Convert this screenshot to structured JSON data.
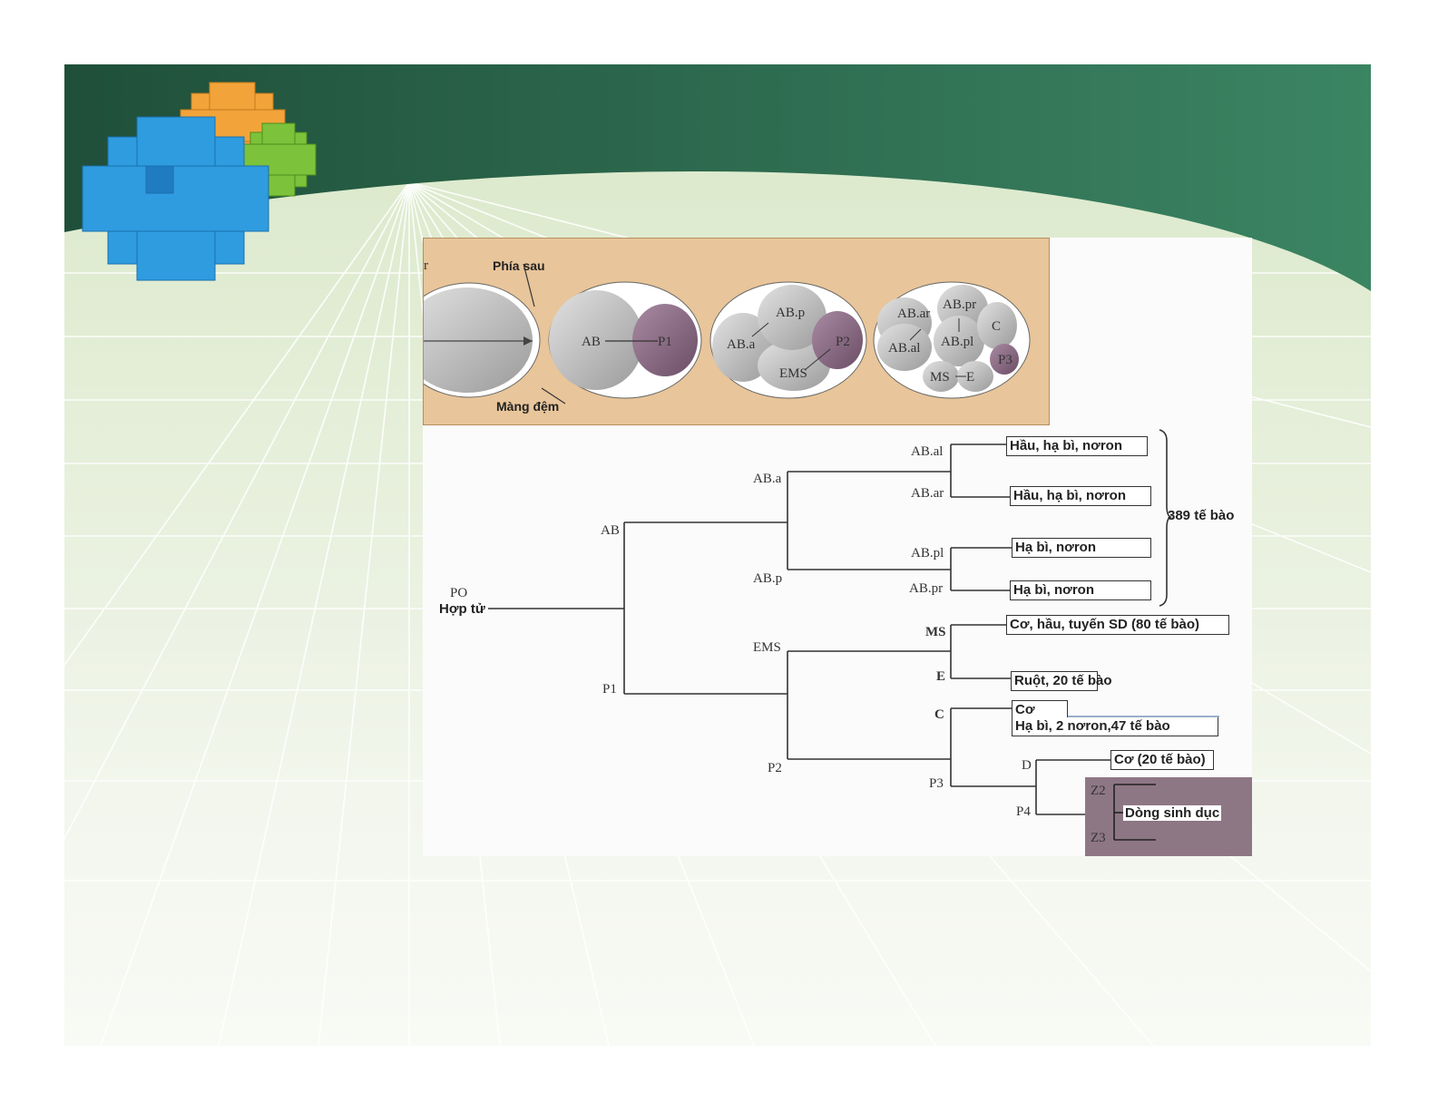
{
  "colors": {
    "header_dark": "#1f4f3a",
    "header_light": "#3b8563",
    "embryo_panel": "#e8c59a",
    "cell_gray": "#b9b9b9",
    "cell_purple": "#7f5f7a"
  },
  "decorations": [
    "puzzle-cubes-logo"
  ],
  "embryo": {
    "label_posterior": "Phía sau",
    "label_eggshell": "Màng đệm",
    "label_cut": "r",
    "stage2": {
      "left_cell": "AB",
      "right_cell": "P1"
    },
    "stage3": {
      "cells": [
        "AB.p",
        "AB.a",
        "P2",
        "EMS"
      ]
    },
    "stage4": {
      "cells": [
        "AB.ar",
        "AB.pr",
        "AB.al",
        "AB.pl",
        "C",
        "P3",
        "MS",
        "E"
      ]
    }
  },
  "tree": {
    "root": {
      "label": "PO",
      "sublabel": "Hợp tử"
    },
    "nodes": {
      "AB": "AB",
      "P1": "P1",
      "ABa": "AB.a",
      "ABp": "AB.p",
      "EMS": "EMS",
      "P2": "P2",
      "ABal": "AB.al",
      "ABar": "AB.ar",
      "ABpl": "AB.pl",
      "ABpr": "AB.pr",
      "MS": "MS",
      "E": "E",
      "C": "C",
      "P3": "P3",
      "D": "D",
      "P4": "P4",
      "Z2": "Z2",
      "Z3": "Z3"
    },
    "fates": {
      "ABal": "Hầu, hạ bì, nơron",
      "ABar": "Hầu, hạ bì, nơron",
      "ABpl": "Hạ bì, nơron",
      "ABpr": "Hạ bì, nơron",
      "AB_total": "389 tế bào",
      "MS": "Cơ, hầu, tuyến SD (80 tế bào)",
      "E": "Ruột, 20 tế bào",
      "C_muscle": "Cơ",
      "C_other": "Hạ bì, 2 nơron,47 tế bào",
      "D": "Cơ (20 tế bào)",
      "P4": "Dòng sinh dục"
    }
  }
}
